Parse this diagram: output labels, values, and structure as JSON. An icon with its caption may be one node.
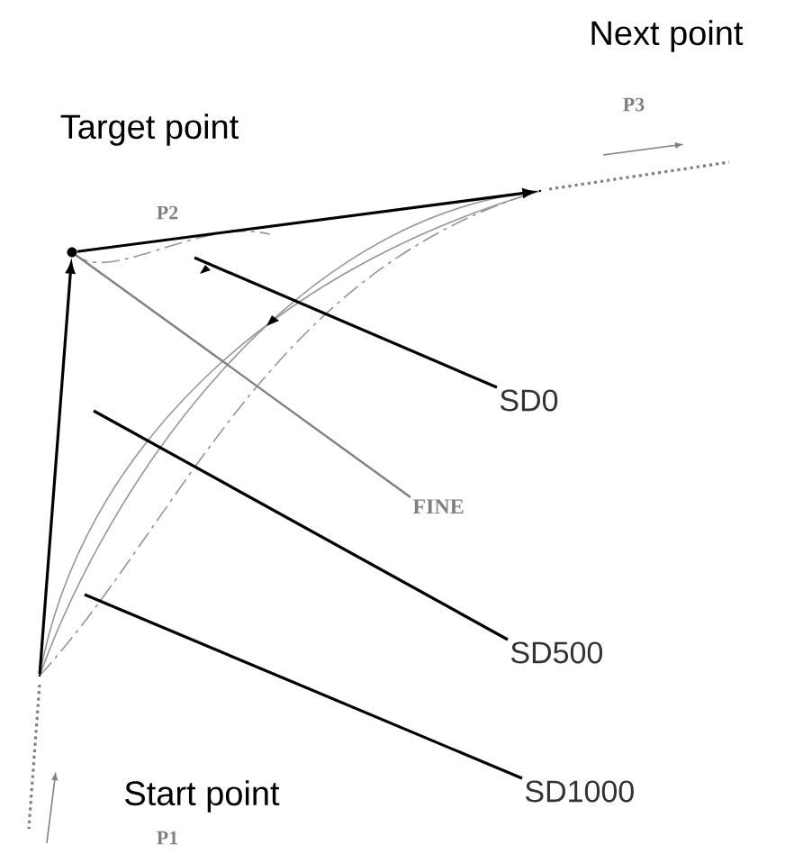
{
  "diagram": {
    "nodes": [
      {
        "text": [],
        "shape": "circle",
        "beside": [
          "Start point",
          "P1"
        ]
      },
      {
        "text": [],
        "shape": "circle",
        "beside": [
          "Target point",
          "P2"
        ]
      },
      {
        "text": [],
        "shape": "circle",
        "beside": [
          "Next point",
          "P3"
        ]
      },
      {
        "text": [
          "SD0"
        ]
      },
      {
        "text": [
          "FINE"
        ]
      },
      {
        "text": [
          "SD500"
        ]
      },
      {
        "text": [
          "SD1000"
        ]
      }
    ],
    "edges": [
      {
        "from": 0,
        "to": 1,
        "arrow": "to"
      },
      {
        "from": 1,
        "to": 2,
        "arrow": "to"
      },
      {
        "from": 3,
        "to": null,
        "arrow": "none"
      },
      {
        "from": 4,
        "to": 1,
        "arrow": "none",
        "color": "#808080"
      },
      {
        "from": 5,
        "to": null,
        "arrow": "none"
      },
      {
        "from": 6,
        "to": null,
        "arrow": "none"
      }
    ]
  }
}
